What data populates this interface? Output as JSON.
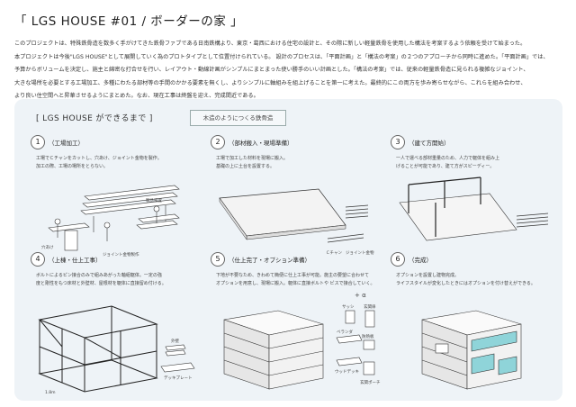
{
  "title": "「 LGS HOUSE #01 / ボーダーの家 」",
  "intro": [
    "このプロジェクトは、特殊鉄骨造を数多く手がけてきた鉄骨ファブである日南鉄構より、東京・葛西における住宅の設計と、その際に新しい軽量鉄骨を使用した構法を考案するよう依頼を受けて始まった。",
    "本プロジェクトは今後\"LGS HOUSE\"として展開していく為のプロトタイプとして位置付けられている。 設計のプロセスは、「平面計画」と「構法の考案」の２つのアプローチから同時に進めた。「平面計画」では、",
    "予算からボリュームを決定し、施主と綿密な打合せを行い、レイアウト・動線計画がシンプルにまとまった使い勝手のいい計画とした。「構法の考案」では、従来の軽量鉄骨造に見られる複雑なジョイント、",
    "大きな場所を必要とする工場加工、多種にわたる部材等の手間のかかる要素を無くし、よりシンプルに軸組みを組上げることを第一に考えた。最終的にこの両方を歩み寄らせながら、これらを組み合わせ、",
    "より良い住空間へと昇華させるようにまとめた。なお、現在工事は終盤を迎え、完成間近である。"
  ],
  "panel": {
    "heading": "[ LGS HOUSE ができるまで ]",
    "tag": "木造のようにつくる鉄骨造"
  },
  "steps": [
    {
      "num": "1",
      "title": "（工場加工）",
      "desc": [
        "工場でＣチャンをカットし、穴あけ、ジョイント金物を製作。",
        "加工の際、工場の場所をとらない。"
      ],
      "labels": {
        "a": "製品検査",
        "b": "穴あけ",
        "c": "ジョイント金物製作"
      }
    },
    {
      "num": "2",
      "title": "（部材搬入・現場準備）",
      "desc": [
        "工場で加工した材料を現場に搬入。",
        "基礎の上に土台を設置する。"
      ],
      "labels": {
        "a": "Ｃチャン",
        "b": "ジョイント金物"
      }
    },
    {
      "num": "3",
      "title": "（建て方開始）",
      "desc": [
        "一人で運べる部材重量のため、人力で躯体を組み上",
        "げることが可能であり、建て方がスピーディー。"
      ],
      "labels": {}
    },
    {
      "num": "4",
      "title": "（上棟・仕上工事）",
      "desc": [
        "ボルトによるピン接合のみで組みあがった軸組躯体。一定の強",
        "度と剛性をもつ床材と外壁材、屋根材を躯体に直接留め付ける。"
      ],
      "labels": {
        "a": "1.8m",
        "b": "外壁",
        "c": "デッキプレート"
      }
    },
    {
      "num": "5",
      "title": "（仕上完了・オプション準備）",
      "desc": [
        "下地が不要なため、きわめて簡便に仕上工事が可能。施主の要望に合わせて",
        "オプションを用意し、現場に搬入。躯体に直接ボルトや ビスで接合していく。"
      ],
      "labels": {
        "a": "+ α",
        "b": "サッシ",
        "c": "玄関扉",
        "d": "ベランダ",
        "e": "防熱板",
        "f": "ウッドデッキ",
        "g": "玄関ポーチ"
      }
    },
    {
      "num": "6",
      "title": "（完成）",
      "desc": [
        "オプションを設置し建物完成。",
        "ライフスタイルが変化したときにはオプションを付け替えができる。"
      ],
      "labels": {}
    }
  ],
  "colors": {
    "panel": "#eef3f7",
    "accent_fill": "#8fd4d9",
    "line": "#333333"
  }
}
